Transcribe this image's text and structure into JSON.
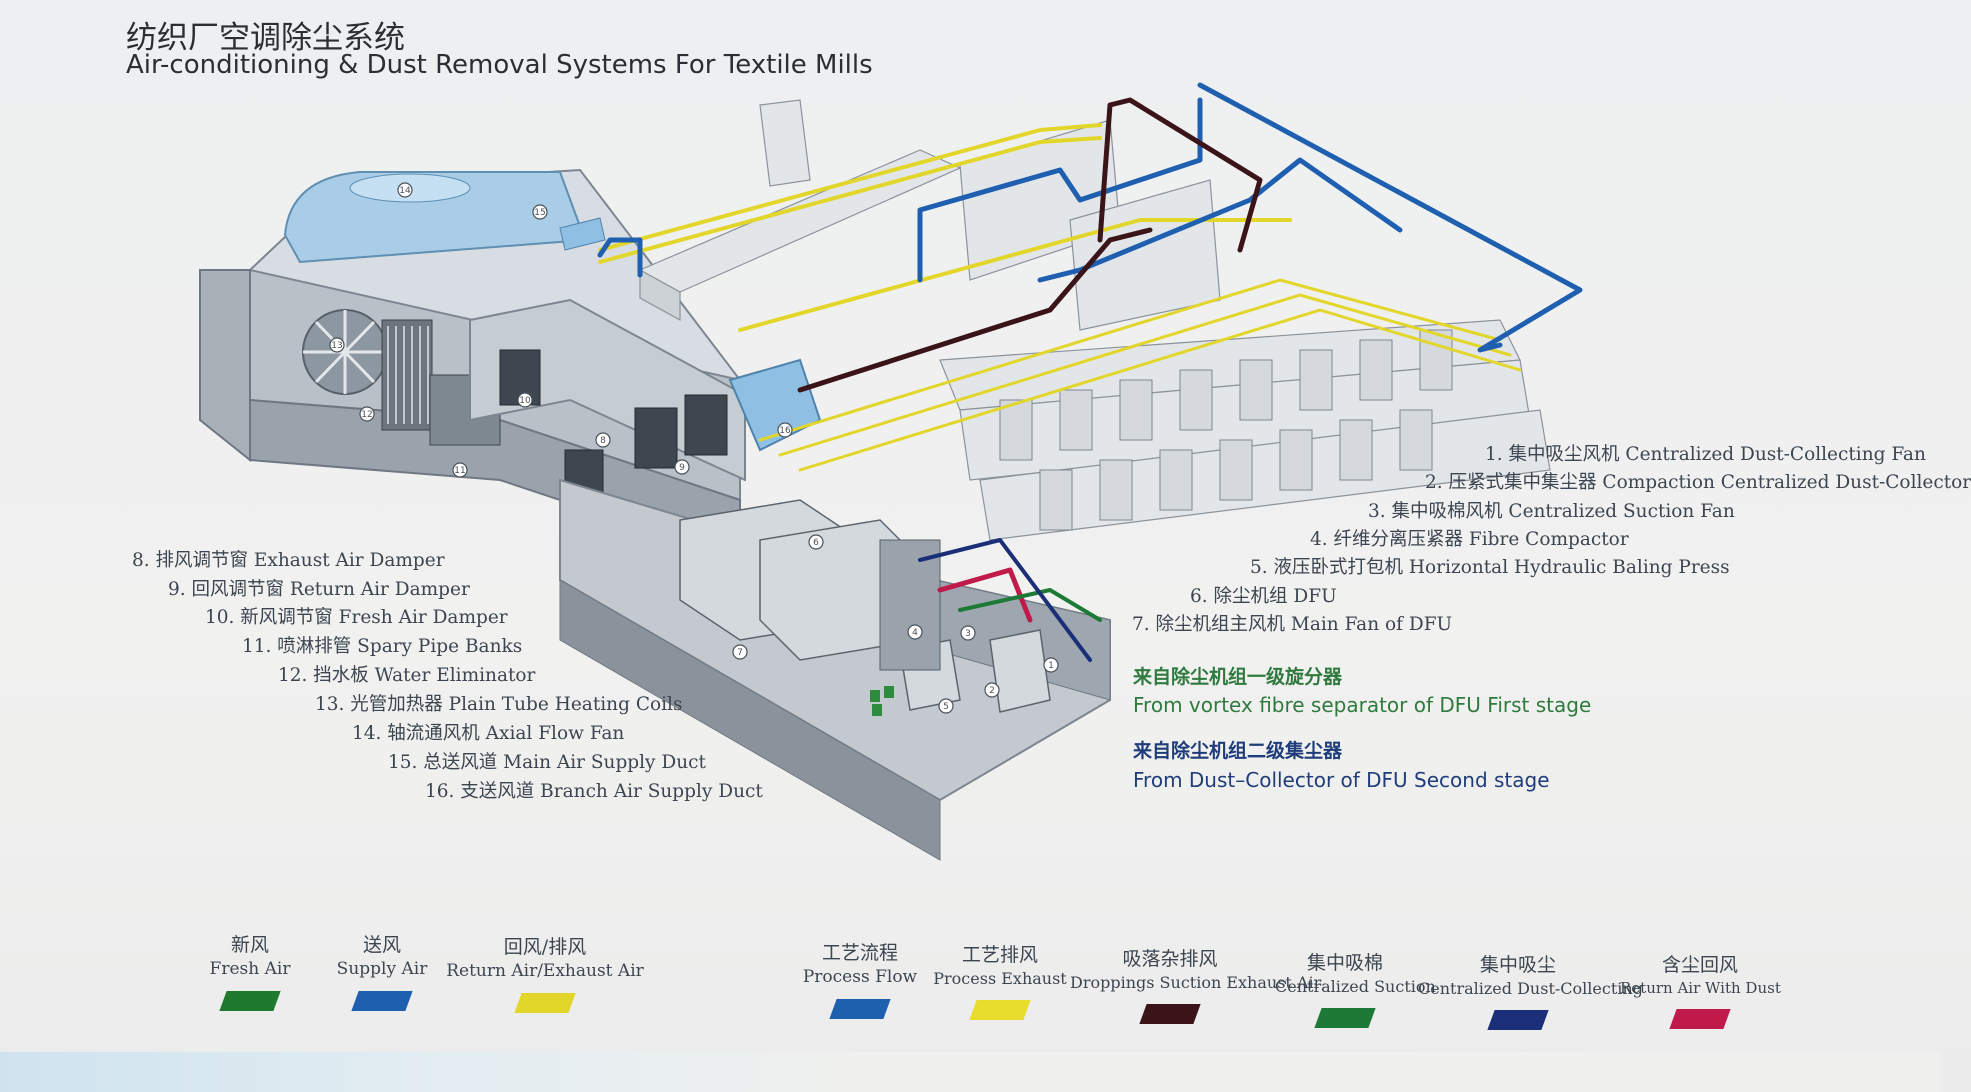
{
  "title": {
    "cn": "纺织厂空调除尘系统",
    "en": "Air-conditioning & Dust Removal Systems For Textile Mills"
  },
  "markers": [
    "1",
    "2",
    "3",
    "4",
    "5",
    "6",
    "7",
    "8",
    "9",
    "10",
    "11",
    "12",
    "13",
    "14",
    "15",
    "16"
  ],
  "right_labels": [
    "1. 集中吸尘风机 Centralized Dust-Collecting Fan",
    "2. 压紧式集中集尘器 Compaction Centralized Dust-Collector",
    "3. 集中吸棉风机 Centralized Suction Fan",
    "4. 纤维分离压紧器 Fibre Compactor",
    "5. 液压卧式打包机 Horizontal Hydraulic Baling Press",
    "6. 除尘机组 DFU",
    "7. 除尘机组主风机 Main Fan of DFU"
  ],
  "left_labels": [
    "8. 排风调节窗 Exhaust Air Damper",
    "9. 回风调节窗 Return Air Damper",
    "10. 新风调节窗 Fresh Air Damper",
    "11. 喷淋排管 Spary Pipe Banks",
    "12. 挡水板 Water Eliminator",
    "13. 光管加热器 Plain Tube Heating Coils",
    "14. 轴流通风机 Axial Flow Fan",
    "15. 总送风道 Main Air Supply Duct",
    "16. 支送风道 Branch Air Supply Duct"
  ],
  "sources": [
    {
      "cn": "来自除尘机组一级旋分器",
      "en": "From vortex fibre separator of DFU First stage",
      "color": "#2f7a3e"
    },
    {
      "cn": "来自除尘机组二级集尘器",
      "en": "From Dust–Collector of DFU Second stage",
      "color": "#1f3d7a"
    }
  ],
  "legend": [
    {
      "cn": "新风",
      "en": "Fresh Air",
      "color": "#1f7a2e"
    },
    {
      "cn": "送风",
      "en": "Supply Air",
      "color": "#1f5fb0"
    },
    {
      "cn": "回风/排风",
      "en": "Return Air/Exhaust Air",
      "color": "#e3d62a"
    },
    {
      "cn": "工艺流程",
      "en": "Process Flow",
      "color": "#1e60ad"
    },
    {
      "cn": "工艺排风",
      "en": "Process Exhaust",
      "color": "#e8dd2c"
    },
    {
      "cn": "吸落杂排风",
      "en": "Droppings Suction Exhaust Air",
      "color": "#3a1418"
    },
    {
      "cn": "集中吸棉",
      "en": "Centralized Suction",
      "color": "#1c7a36"
    },
    {
      "cn": "集中吸尘",
      "en": "Centralized Dust-Collecting",
      "color": "#1a2f78"
    },
    {
      "cn": "含尘回风",
      "en": "Return Air With Dust",
      "color": "#c01a4a"
    }
  ]
}
